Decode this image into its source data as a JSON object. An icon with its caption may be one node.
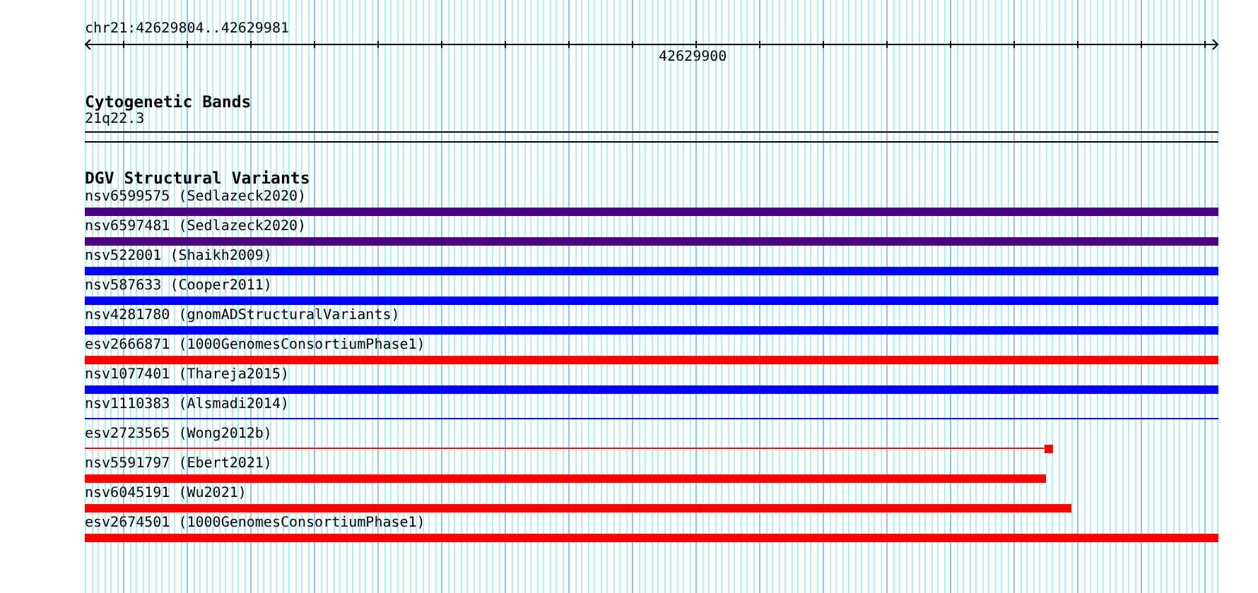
{
  "diagram": {
    "nodes": [
      {
        "text": [
          "21q22.3"
        ]
      },
      {
        "text": [
          "nsv6599575 (Sedlazeck2020)"
        ]
      },
      {
        "text": [
          "nsv6597481 (Sedlazeck2020)"
        ]
      },
      {
        "text": [
          "nsv522001 (Shaikh2009)"
        ]
      },
      {
        "text": [
          "nsv587633 (Cooper2011)"
        ]
      },
      {
        "text": [
          "nsv4281780 (gnomADStructuralVariants)"
        ]
      },
      {
        "text": [
          "esv2666871 (1000GenomesConsortiumPhase1)"
        ]
      },
      {
        "text": [
          "nsv1077401 (Thareja2015)"
        ]
      },
      {
        "text": [
          "nsv1110383 (Alsmadi2014)"
        ]
      },
      {
        "text": [
          "esv2723565 (Wong2012b)"
        ]
      },
      {
        "text": [
          "nsv5591797 (Ebert2021)"
        ]
      },
      {
        "text": [
          "nsv6045191 (Wu2021)"
        ]
      },
      {
        "text": [
          "esv2674501 (1000GenomesConsortiumPhase1)"
        ]
      }
    ],
    "labels": [
      "chr21:42629804..42629981",
      "42629900",
      "Cytogenetic Bands",
      "DGV Structural Variants"
    ]
  }
}
